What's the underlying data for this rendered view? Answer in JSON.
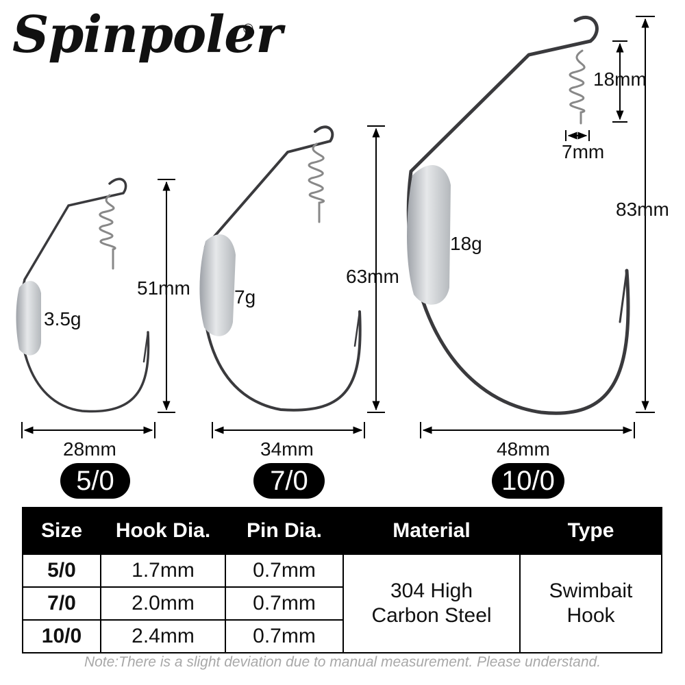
{
  "brand": {
    "name": "Spinpoler",
    "mark": "®"
  },
  "hooks": [
    {
      "size": "5/0",
      "weight": "3.5g",
      "height": "51mm",
      "width": "28mm"
    },
    {
      "size": "7/0",
      "weight": "7g",
      "height": "63mm",
      "width": "34mm"
    },
    {
      "size": "10/0",
      "weight": "18g",
      "height": "83mm",
      "width": "48mm",
      "spring_length": "18mm",
      "spring_width": "7mm"
    }
  ],
  "table": {
    "headers": [
      "Size",
      "Hook Dia.",
      "Pin Dia.",
      "Material",
      "Type"
    ],
    "rows": [
      {
        "size": "5/0",
        "hook_dia": "1.7mm",
        "pin_dia": "0.7mm"
      },
      {
        "size": "7/0",
        "hook_dia": "2.0mm",
        "pin_dia": "0.7mm"
      },
      {
        "size": "10/0",
        "hook_dia": "2.4mm",
        "pin_dia": "0.7mm"
      }
    ],
    "material": "304 High Carbon Steel",
    "type": "Swimbait Hook"
  },
  "note": "Note:There is a slight deviation due to manual measurement. Please understand."
}
